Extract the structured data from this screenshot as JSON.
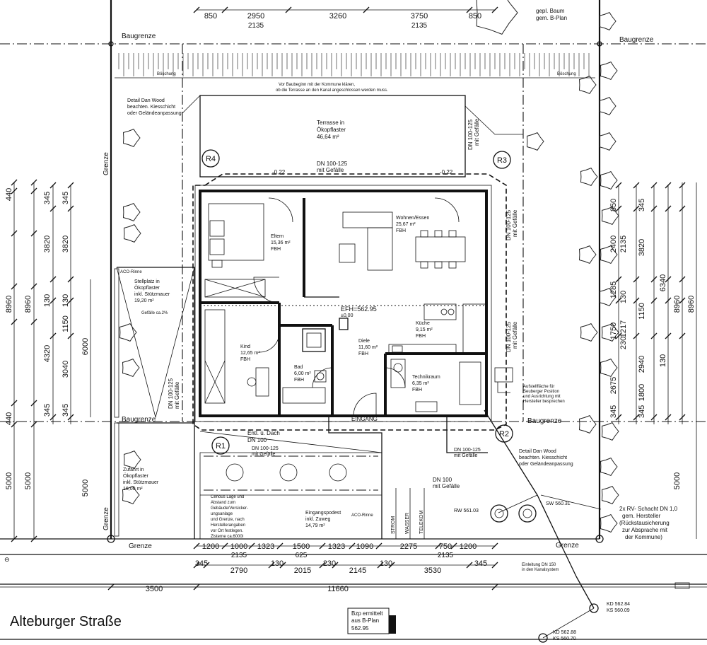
{
  "street": {
    "name": "Alteburger Straße"
  },
  "bzp_box": {
    "lines": [
      "Bzp ermittelt",
      "aus B-Plan",
      "562.95"
    ]
  },
  "top_dims": {
    "row1": [
      "850",
      "2950",
      "3260",
      "3750",
      "850"
    ],
    "row2": [
      "2135",
      "2135"
    ]
  },
  "top_right_note": [
    "gepl. Baum",
    "gem. B-Plan"
  ],
  "baugrenze_label": "Baugrenze",
  "grenze_label": "Grenze",
  "boeschung_label": "Böschung",
  "top_note": [
    "Vor Baubeginn mit der Kommune klären,",
    "ob die Terrasse an den Kanal angeschlossen werden muss."
  ],
  "detail_note_left": [
    "Detail Dan Wood",
    "beachten. Kiesschicht",
    "oder Geländeanpassung"
  ],
  "detail_note_right": [
    "Detail Dan Wood",
    "beachten. Kiesschicht",
    "oder Geländeanpassung"
  ],
  "terrace": {
    "lines": [
      "Terrasse in",
      "Ökopflaster",
      "46,64 m²"
    ]
  },
  "rooms": {
    "eltern": [
      "Eltern",
      "15,36 m²",
      "FBH"
    ],
    "wohnen": [
      "Wohnen/Essen",
      "25,67 m²",
      "FBH"
    ],
    "kind": [
      "Kind",
      "12,65 m²",
      "FBH"
    ],
    "bad": [
      "Bad",
      "6,00 m²",
      "FBH"
    ],
    "diele": [
      "Diele",
      "11,60 m²",
      "FBH"
    ],
    "kueche": [
      "Küche",
      "9,15 m²",
      "FBH"
    ],
    "technik": [
      "Technikraum",
      "6,35 m²",
      "FBH"
    ]
  },
  "efh": [
    "EFH=562.95",
    "±0,00"
  ],
  "eingang": "EINGANG",
  "markers": [
    "R1",
    "R2",
    "R3",
    "R4"
  ],
  "dn_labels": {
    "top": [
      "DN 100-125",
      "mit Gefälle"
    ],
    "left": [
      "DN 100-125",
      "mit Gefälle"
    ],
    "right_upper": [
      "DN 100-125",
      "mit Gefälle"
    ],
    "right_lower": [
      "DN 100-125",
      "mit Gefälle"
    ],
    "terrace_right": [
      "DN 100-125",
      "mit Gefälle"
    ],
    "bottom_center": [
      "DN 100-125",
      "mit Gefälle"
    ],
    "bottom_right": [
      "DN 100-125",
      "mit Gefälle"
    ],
    "diag": [
      "DN 100",
      "mit Gefälle"
    ]
  },
  "levels": [
    "-0,22",
    "-0,22"
  ],
  "entl_dach": [
    "Entl. ü. Dach",
    "DN 100"
  ],
  "stellplatz": {
    "lines": [
      "Stellplatz in",
      "Ökopflaster",
      "inkl. Stützmauer",
      "19,20 m²"
    ],
    "gefaelle": "Gefälle ca.2%"
  },
  "aco_rinne": "ACO-Rinne",
  "zufahrt": {
    "lines": [
      "Zufahrt in",
      "Ökopflaster",
      "inkl. Stützmauer",
      "16,00 m²"
    ]
  },
  "cenous": [
    "Cenous Lage und",
    "Abstand zum",
    "Gebäude/Versicker-",
    "ungsanlage",
    "und Grenze, nach",
    "Herstellerangaben",
    "vor Ort festlegen.",
    "Zisterne ca.6000l"
  ],
  "eingangspodest": [
    "Eingangspodest",
    "inkl. Zuweg",
    "14,79 m²"
  ],
  "vertical_utils": [
    "STROM",
    "WASSER",
    "TELEKOM"
  ],
  "rw": "RW 561.03",
  "sw": "SW 560.31",
  "rv_note": [
    "2x RV- Schacht DN 1,0",
    "gem. Hersteller",
    "(Rückstausicherung",
    "zur Absprache mit",
    "der Kommune)"
  ],
  "einleitung": [
    "Einleitung DN 150",
    "in den Kanalsystem"
  ],
  "kd1": [
    "KD 562.84",
    "KS 560.09"
  ],
  "kd2": [
    "KD 562.88",
    "KS 560.70"
  ],
  "auffahrt_note": [
    "Aufstellfläche für",
    "Seuberger Position",
    "und Ausrichtung mit",
    "Hersteller besprechen"
  ],
  "bottom_dims": {
    "row1": [
      "1200",
      "1000",
      "1323",
      "1500",
      "1323",
      "1090",
      "2275",
      "750",
      "1200"
    ],
    "row1b": [
      "2135",
      "625",
      "2135"
    ],
    "row2": [
      "345",
      "2790",
      "130",
      "2015",
      "230",
      "2145",
      "130",
      "3530",
      "345"
    ],
    "row3": [
      "3500",
      "11660"
    ]
  },
  "left_dims": {
    "outer": [
      "440",
      "8960",
      "440",
      "5000"
    ],
    "mid": [
      "8960",
      "5000"
    ],
    "inner_a": [
      "345",
      "3820",
      "130",
      "4320",
      "345"
    ],
    "inner_b": [
      "345",
      "3820",
      "130",
      "1150",
      "3040",
      "345"
    ],
    "inner_c": [
      "6000"
    ]
  },
  "right_dims": {
    "a": [
      "850",
      "2400",
      "1285",
      "1750",
      "2675"
    ],
    "b": [
      "2135",
      "130",
      "1217",
      "230"
    ],
    "c": [
      "345",
      "3820",
      "1150",
      "2940",
      "1800",
      "345"
    ],
    "d": [
      "6340",
      "130"
    ],
    "e": [
      "8960"
    ],
    "f": [
      "8960",
      "5000"
    ]
  }
}
